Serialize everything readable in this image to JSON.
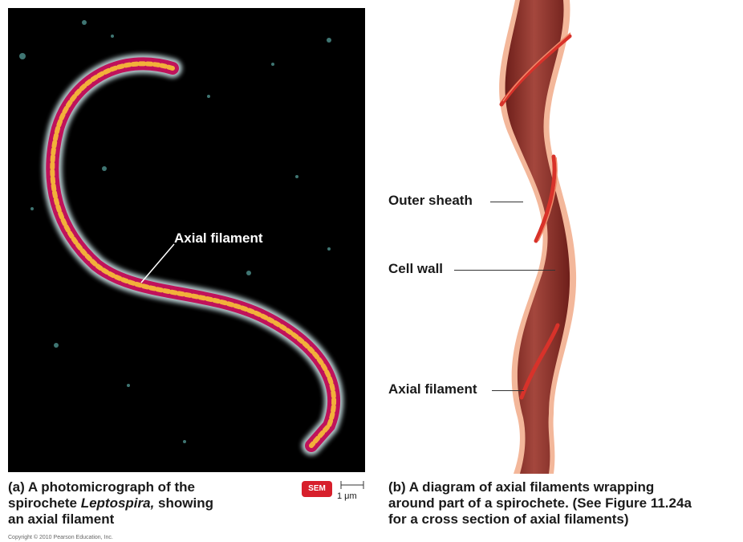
{
  "panel_a": {
    "callout": "Axial filament",
    "sem_badge": "SEM",
    "scale_label": "1 μm",
    "caption": {
      "letter": "(a)",
      "line1": " A photomicrograph of the",
      "line2a": "spirochete ",
      "line2b": "Leptospira,",
      "line2c": " showing",
      "line3": "an axial filament"
    }
  },
  "panel_b": {
    "labels": {
      "outer_sheath": "Outer sheath",
      "cell_wall": "Cell wall",
      "axial_filament": "Axial filament"
    },
    "caption": {
      "letter": "(b)",
      "line1": " A diagram of axial filaments wrapping",
      "line2": "around part of a spirochete. (See Figure 11.24a",
      "line3": "for a cross section of axial filaments)"
    }
  },
  "copyright": "Copyright © 2010 Pearson Education, Inc.",
  "colors": {
    "photo_background": "#000000",
    "cell_body": "#c0125a",
    "cell_coil": "#f2b13a",
    "diagram_body": "#8b2e25",
    "diagram_sheath": "#f3b79a",
    "filament": "#d8322a",
    "badge": "#d71f2b"
  }
}
